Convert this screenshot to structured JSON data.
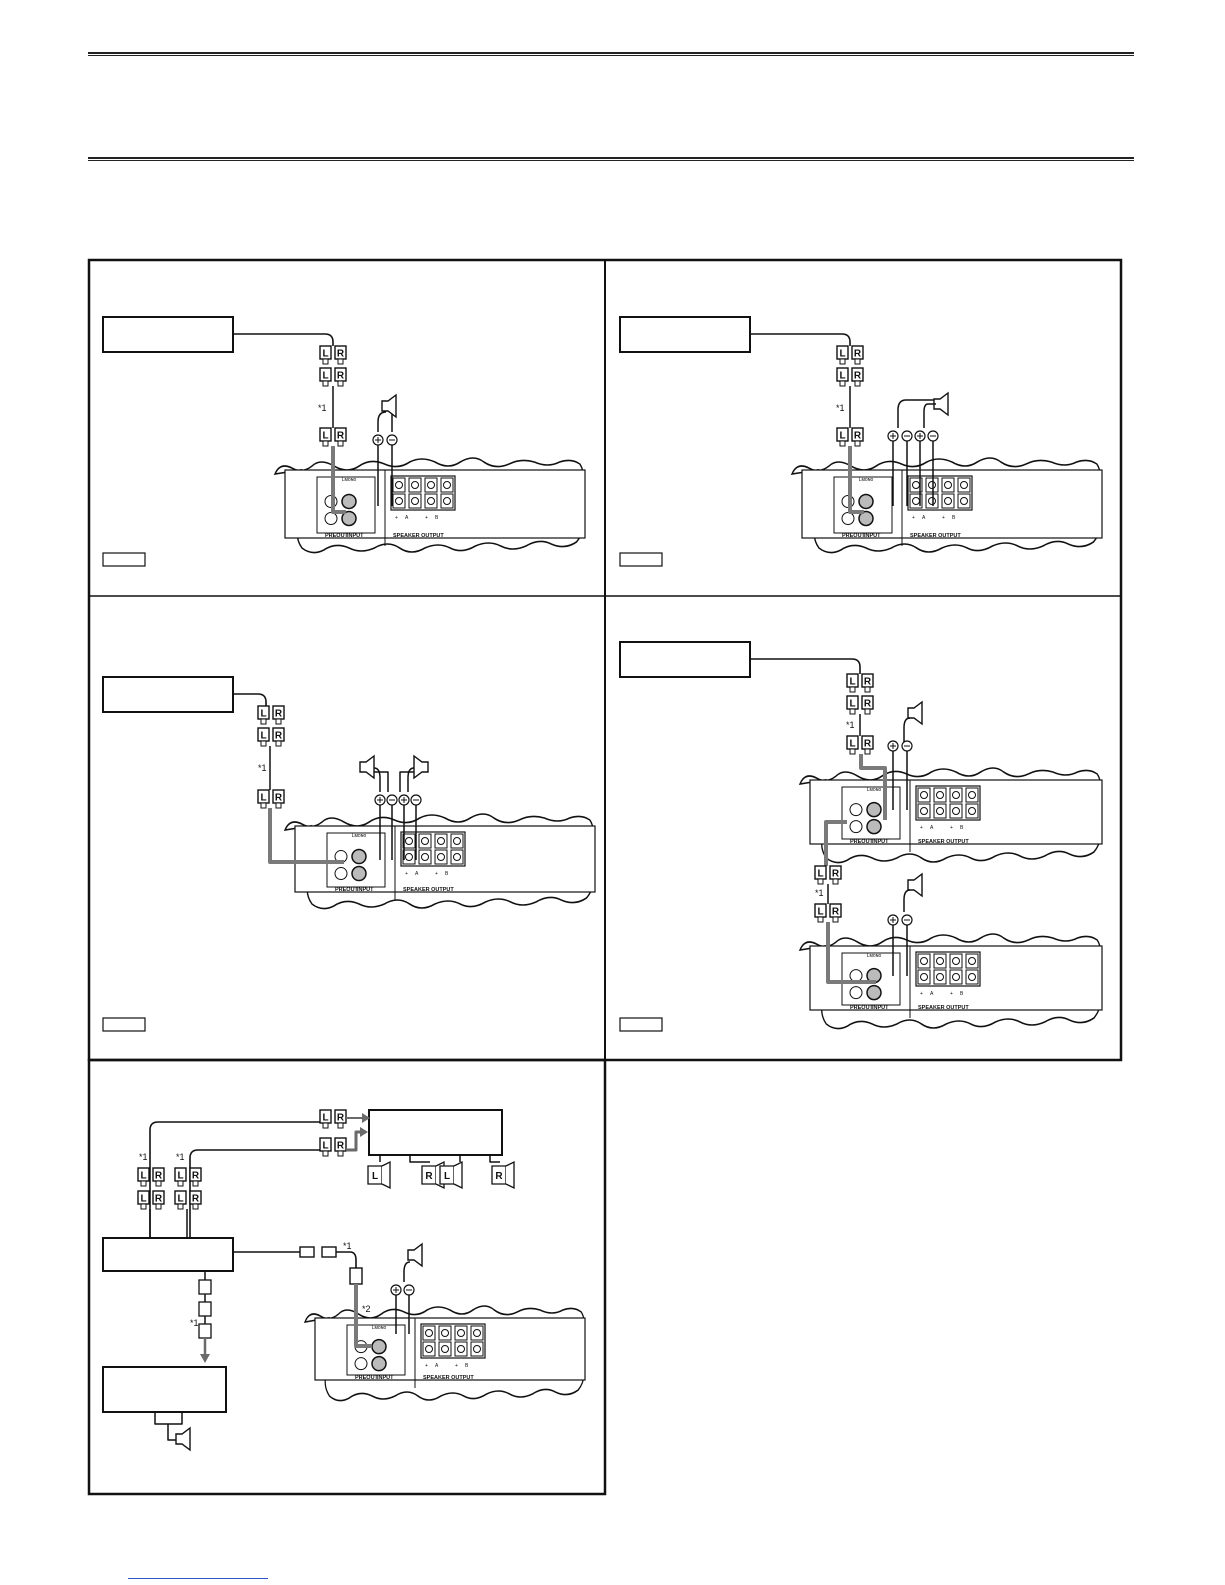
{
  "labels": {
    "channel_left": "L",
    "channel_right": "R",
    "note_1": "*1",
    "note_2": "*2",
    "input_panel_mark": "Lᴍᴏɴᴏ",
    "preout": "PREOUT",
    "input": "INPUT",
    "speaker_output": "SPEAKER OUTPUT",
    "amp_sub_labels": [
      "+",
      "A",
      "+",
      "B"
    ]
  },
  "colors": {
    "line": "#111111",
    "cable_gray": "#7a7a7a",
    "arrow_gray": "#6a6a6a",
    "frame": "#111111"
  },
  "icons": [
    "speaker-icon",
    "rca-plug-icon",
    "plus-terminal-icon",
    "minus-terminal-icon",
    "arrow-down-icon"
  ]
}
